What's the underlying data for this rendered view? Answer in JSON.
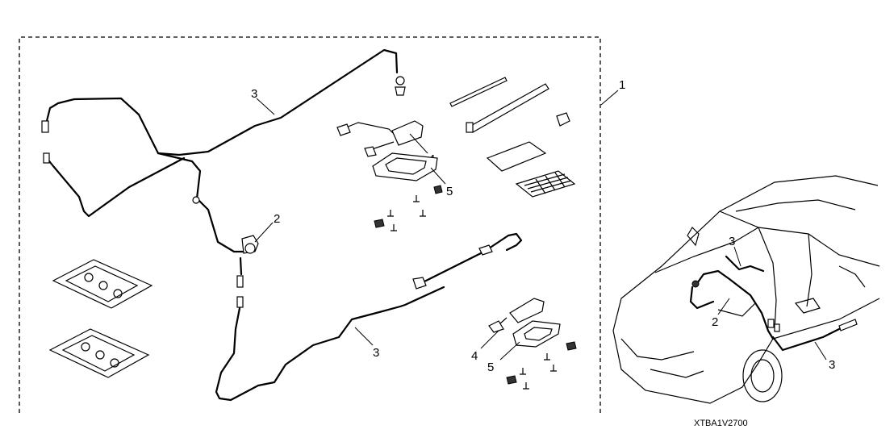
{
  "diagram_code": "XTBA1V2700",
  "callouts": {
    "kit": "1",
    "harness_main": "2",
    "harness_long_top": "3",
    "harness_long_bottom": "3",
    "light_top": "4",
    "bracket_top": "5",
    "light_bottom": "4",
    "bracket_bottom": "5",
    "car_harness_top": "3",
    "car_harness_main": "2",
    "car_harness_side": "3"
  },
  "colors": {
    "line": "#000000",
    "background": "#ffffff",
    "dark_part": "#333333"
  }
}
